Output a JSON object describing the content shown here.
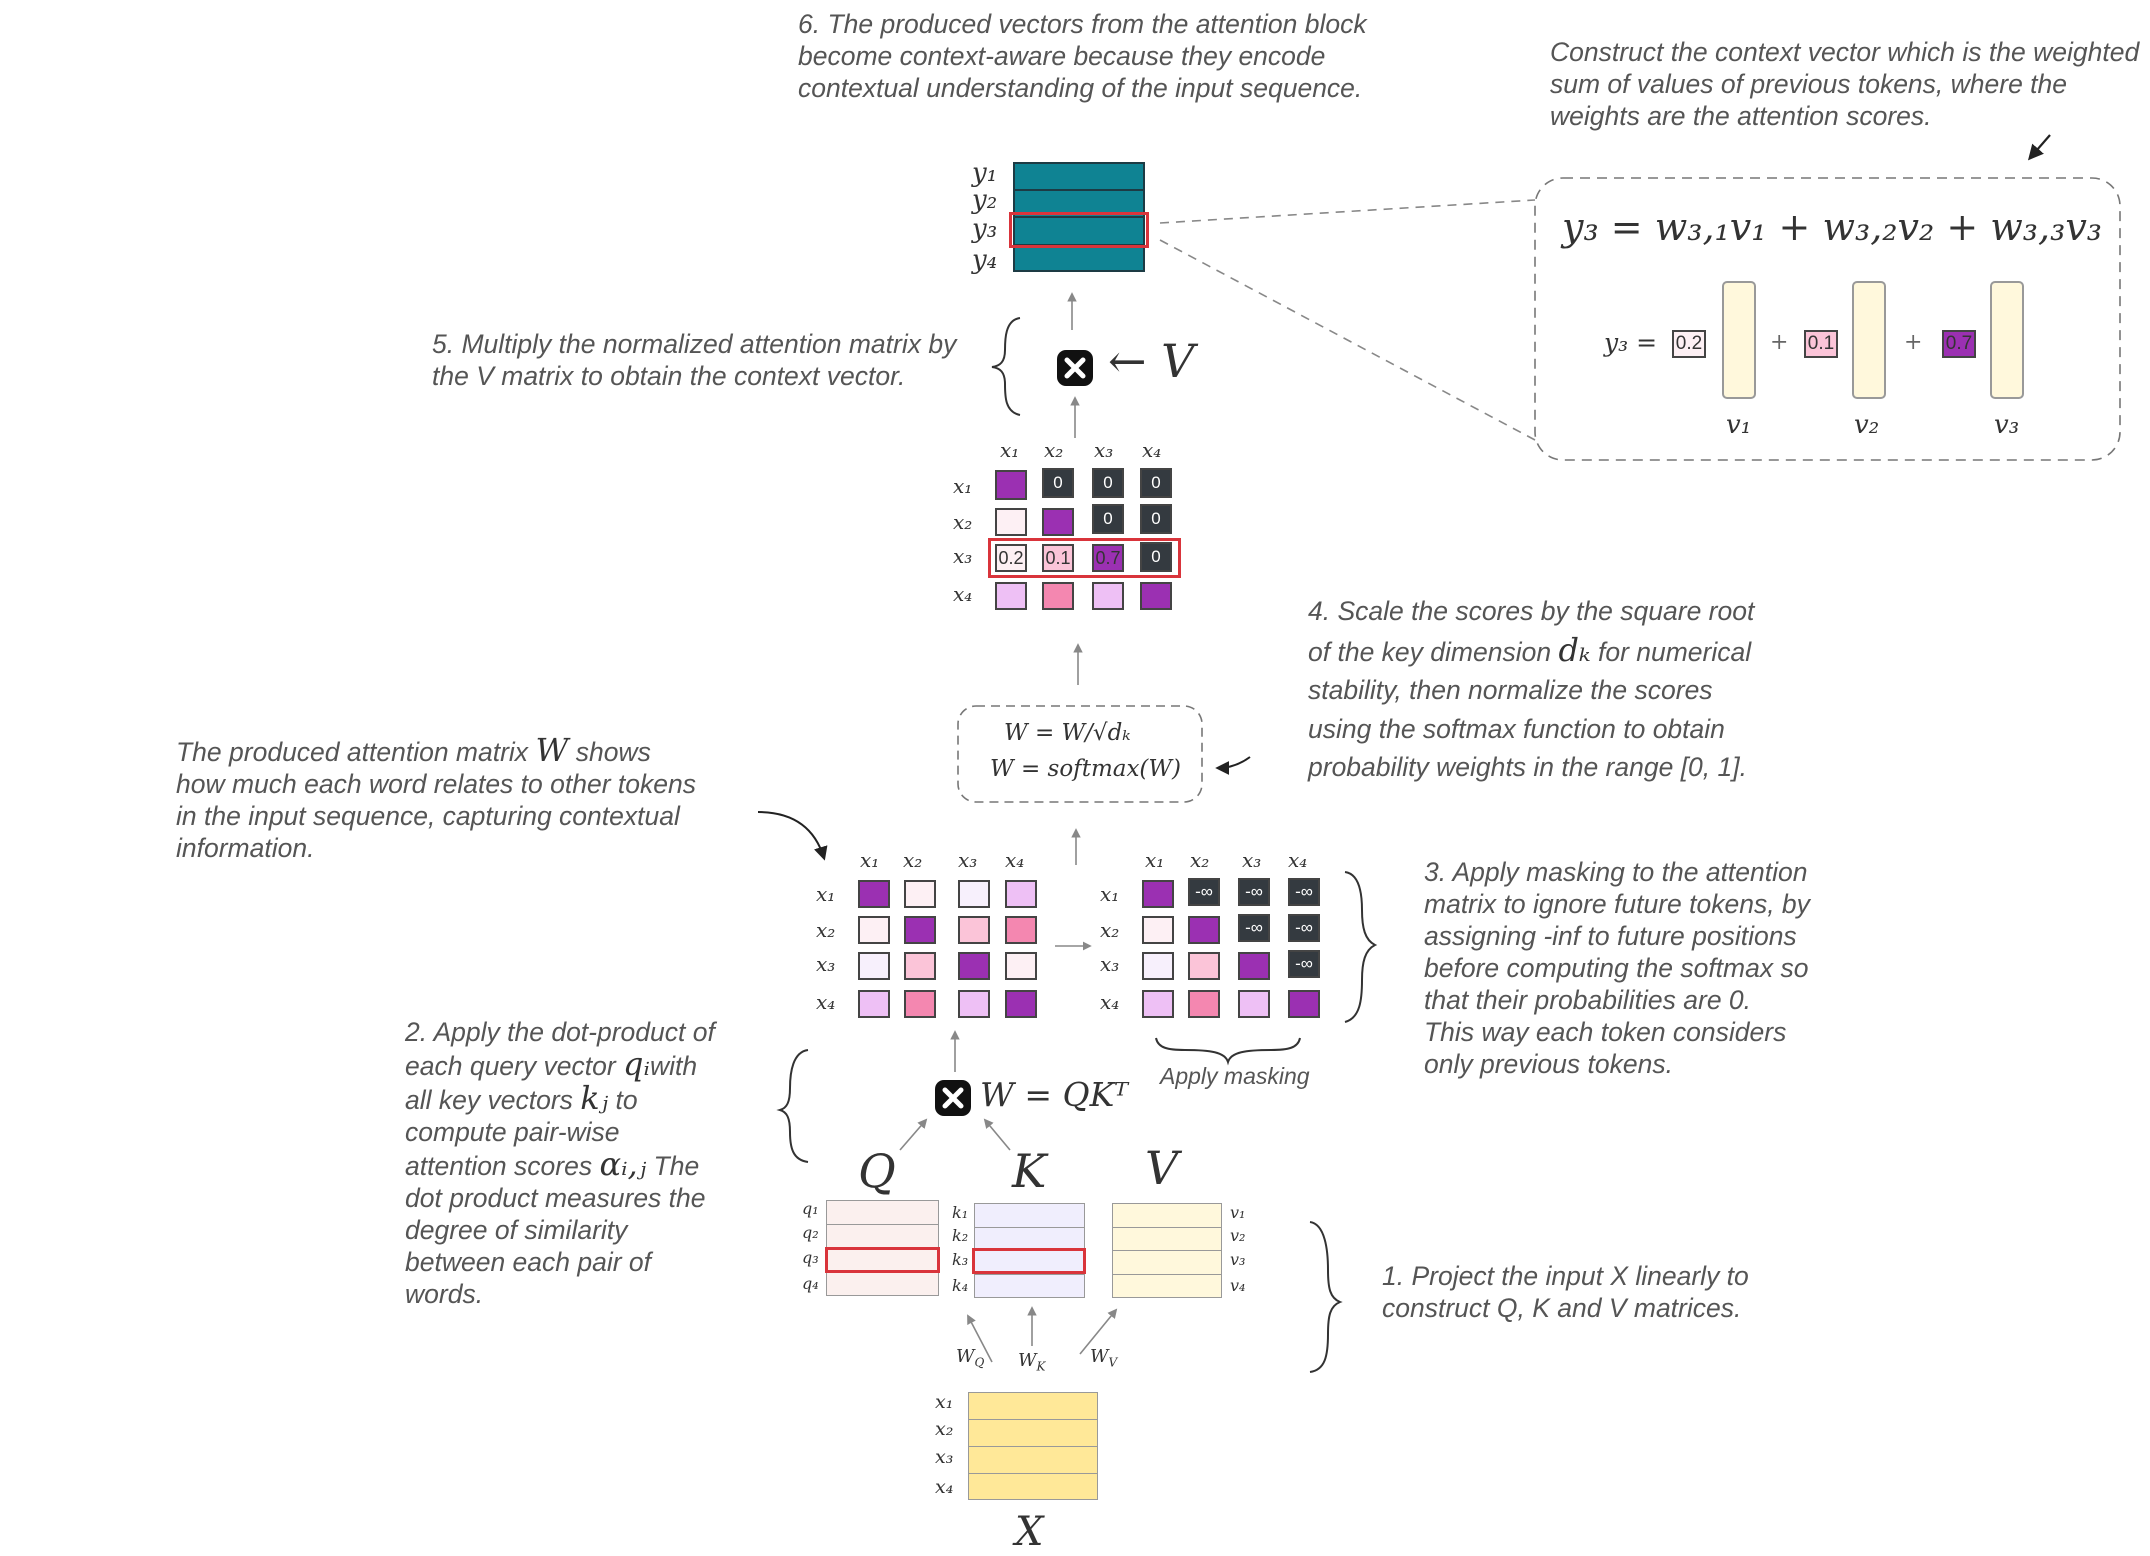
{
  "notes": {
    "step6": [
      "6. The produced vectors from the attention block",
      "become context-aware because they encode",
      "contextual understanding of the input sequence."
    ],
    "context": [
      "Construct the context vector which is the weighted",
      "sum of values of previous tokens, where the",
      "weights are the attention scores."
    ],
    "step5": [
      "5. Multiply the normalized attention matrix by",
      "the V matrix to obtain the context vector."
    ],
    "step4": {
      "l1": "4.  Scale the scores by the square root",
      "l2a": "of the key dimension",
      "dk": "dₖ",
      "l2b": "for numerical",
      "l3": "stability, then normalize the scores",
      "l4": "using the softmax function to obtain",
      "l5": "probability weights in the range [0, 1]."
    },
    "attn": {
      "l1a": "The produced attention matrix",
      "W": "W",
      "l1b": "shows",
      "l2": "how much each word relates to other tokens",
      "l3": "in the input sequence, capturing contextual",
      "l4": "information."
    },
    "step3": [
      "3.  Apply masking to the attention",
      "matrix to ignore future tokens, by",
      "assigning -inf to future positions",
      "before computing the softmax so",
      "that their probabilities are 0.",
      "This way each token considers",
      "only previous tokens."
    ],
    "step2": {
      "l1": "2. Apply the dot-product of",
      "l2a": "each query vector",
      "qi": "qᵢ",
      "l2b": "with",
      "l3a": "all key vectors",
      "kj": "kⱼ",
      "l3b": "to",
      "l4": "compute pair-wise",
      "l5a": "attention scores",
      "aij": "αᵢ,ⱼ",
      "l5b": "The",
      "l6": "dot product measures the",
      "l7": "degree of similarity",
      "l8": "between each pair of",
      "l9": "words."
    },
    "step1": [
      "1. Project the input X linearly to",
      "construct Q, K and V matrices."
    ],
    "apply_masking": "Apply masking"
  },
  "labels": {
    "y_rows": [
      "y₁",
      "y₂",
      "y₃",
      "y₄"
    ],
    "x_tokens": [
      "x₁",
      "x₂",
      "x₃",
      "x₄"
    ],
    "q_rows": [
      "q₁",
      "q₂",
      "q₃",
      "q₄"
    ],
    "k_rows": [
      "k₁",
      "k₂",
      "k₃",
      "k₄"
    ],
    "v_rows": [
      "v₁",
      "v₂",
      "v₃",
      "v₄"
    ],
    "Q": "Q",
    "K": "K",
    "V": "V",
    "X": "X",
    "WQ": "W",
    "WQsub": "Q",
    "WK": "W",
    "WKsub": "K",
    "WV": "W",
    "WVsub": "V",
    "arrow_V": "← V",
    "W_eq_QKT": "W = QKᵀ",
    "scale_eq": "W = W/√dₖ",
    "softmax_eq": "W = softmax(W)",
    "context_eq": "y₃ = w₃,₁v₁ + w₃,₂v₂ + w₃,₃v₃",
    "y3_eq": "y₃ =",
    "v_labels": [
      "v₁",
      "v₂",
      "v₃"
    ],
    "plus": "+"
  },
  "softmax_matrix": {
    "row1": [
      "",
      "0",
      "0",
      "0"
    ],
    "row2": [
      "",
      "",
      "0",
      "0"
    ],
    "row3": [
      "0.2",
      "0.1",
      "0.7",
      "0"
    ],
    "row4": [
      "",
      "",
      "",
      ""
    ]
  },
  "masked_inf": "-∞",
  "weights": [
    "0.2",
    "0.1",
    "0.7"
  ],
  "colors": {
    "teal": "#0f8393",
    "purple": "#9b30b2",
    "pink": "#f487b0",
    "lightpink": "#fbd6e2",
    "lightlavender": "#eec0f5",
    "verylight": "#fdf0f4",
    "red": "#d9343b",
    "dark": "#343a40",
    "cream": "#fff8dc",
    "yellow": "#ffe898",
    "q_fill": "#fbf0ee",
    "k_fill": "#f0eefd",
    "v_fill": "#fff8dc"
  }
}
